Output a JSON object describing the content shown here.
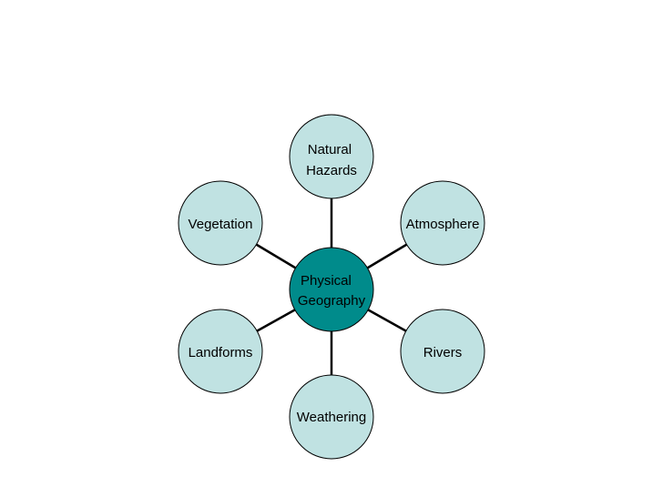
{
  "diagram": {
    "center": {
      "lines": [
        "Physical",
        "Geography"
      ],
      "fill": "#008b8b"
    },
    "node_fill": "#c0e2e2",
    "stroke": "#000000",
    "nodes": [
      {
        "id": "natural-hazards",
        "lines": [
          "Natural",
          "Hazards"
        ]
      },
      {
        "id": "atmosphere",
        "lines": [
          "Atmosphere"
        ]
      },
      {
        "id": "rivers",
        "lines": [
          "Rivers"
        ]
      },
      {
        "id": "weathering",
        "lines": [
          "Weathering"
        ]
      },
      {
        "id": "landforms",
        "lines": [
          "Landforms"
        ]
      },
      {
        "id": "vegetation",
        "lines": [
          "Vegetation"
        ]
      }
    ]
  }
}
